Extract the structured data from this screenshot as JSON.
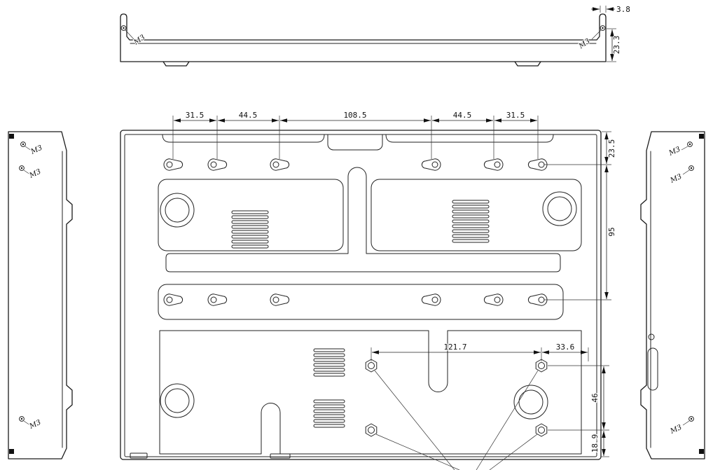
{
  "top_view": {
    "m3_left": "M3",
    "m3_right": "M3",
    "dim_thickness": "3.8",
    "dim_height": "23.3"
  },
  "front_view": {
    "top_dims": [
      "31.5",
      "44.5",
      "108.5",
      "44.5",
      "31.5"
    ],
    "dim_top_offset": "23.5",
    "dim_row_spacing": "95",
    "dim_hex_width": "121.7",
    "dim_hex_right": "33.6",
    "dim_hex_height": "46",
    "dim_hex_bottom": "18.9"
  },
  "left_view": {
    "m3_labels": [
      "M3",
      "M3",
      "M3"
    ]
  },
  "right_view": {
    "m3_labels": [
      "M3",
      "M3",
      "M3"
    ]
  }
}
